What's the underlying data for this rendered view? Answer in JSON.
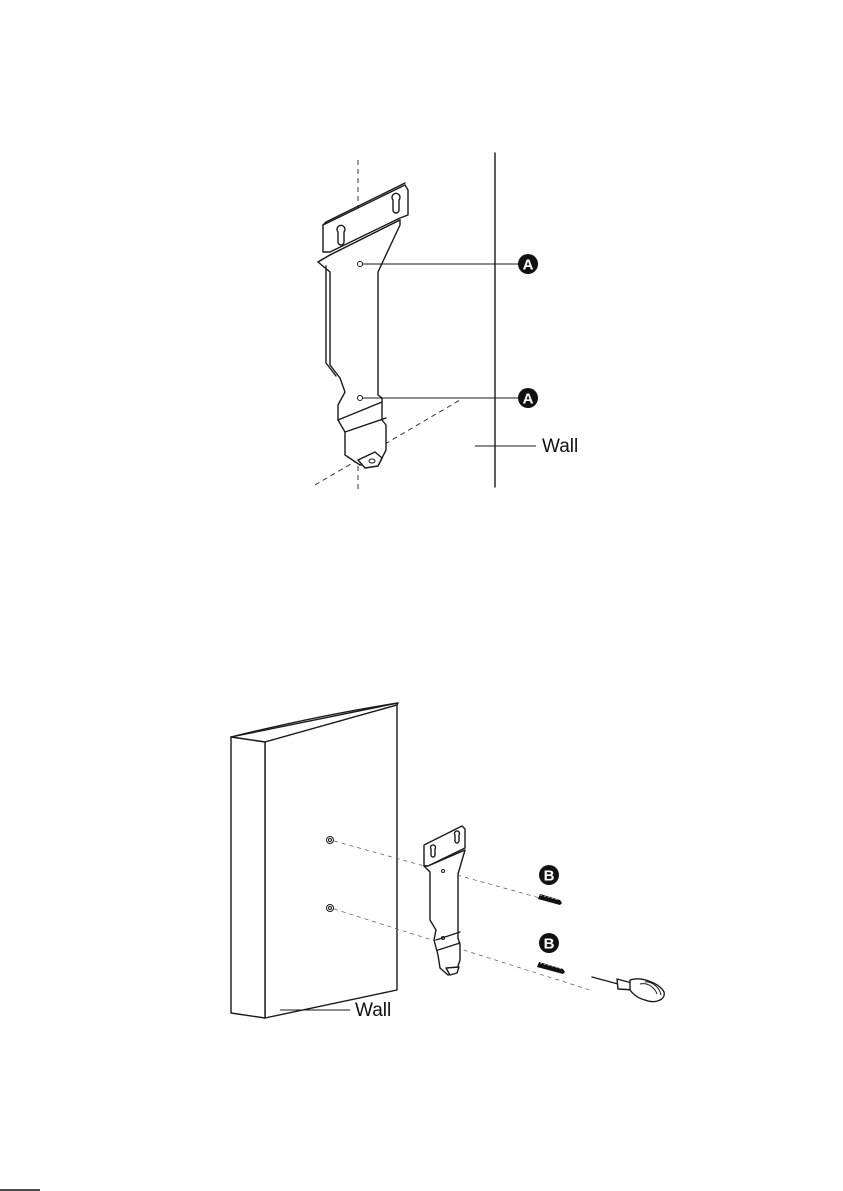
{
  "figure_top": {
    "callouts": [
      {
        "badge": "A"
      },
      {
        "badge": "A"
      }
    ],
    "wall_label": "Wall"
  },
  "figure_bottom": {
    "callouts": [
      {
        "badge": "B"
      },
      {
        "badge": "B"
      }
    ],
    "wall_label": "Wall"
  }
}
